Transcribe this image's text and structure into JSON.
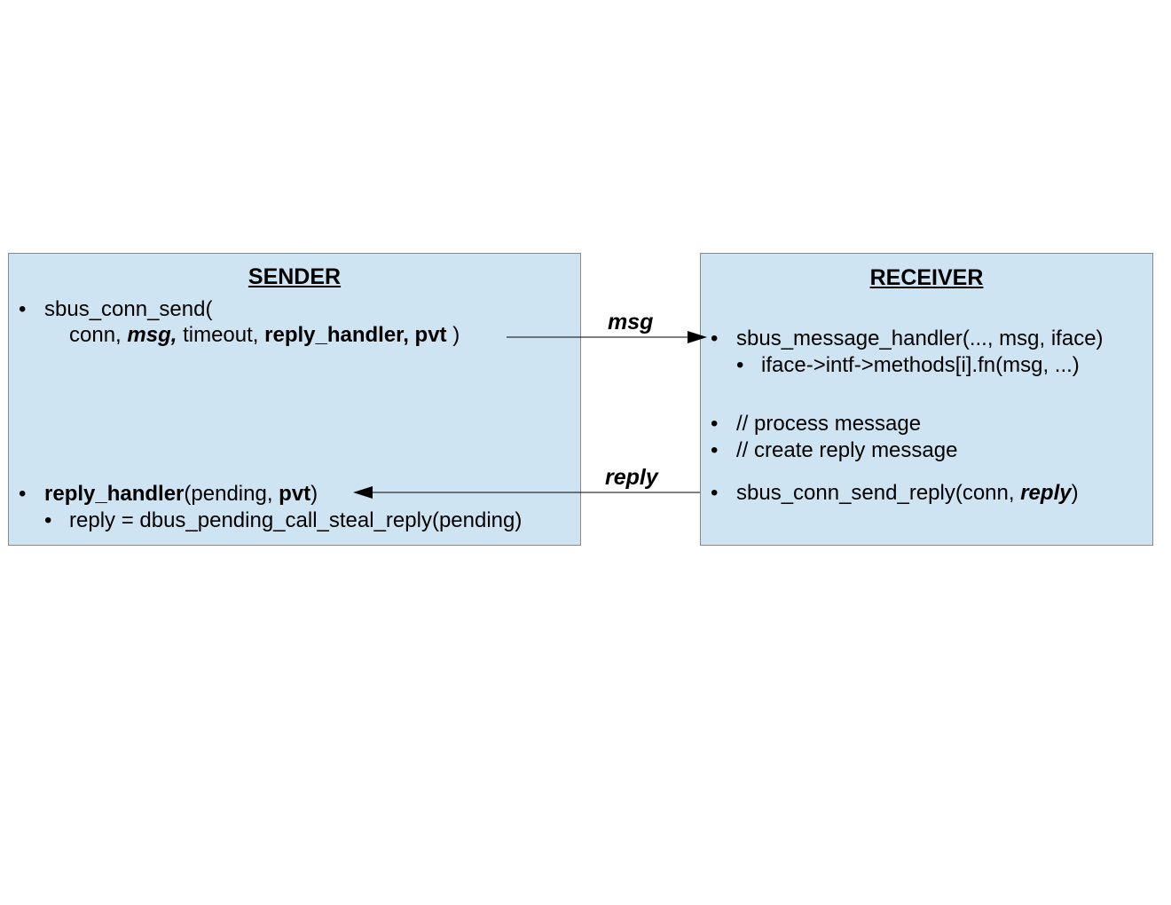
{
  "sender": {
    "title": "SENDER",
    "send_call_open": "sbus_conn_send(",
    "send_args": {
      "p1": "conn, ",
      "msg": "msg,",
      "p2": " timeout, ",
      "handler_pvt": "reply_handler, pvt",
      "close": " )"
    },
    "handler_line": {
      "name": "reply_handler",
      "p1": "(pending, ",
      "pvt": "pvt",
      "close": ")"
    },
    "steal_line": "reply = dbus_pending_call_steal_reply(pending)"
  },
  "receiver": {
    "title": "RECEIVER",
    "handler_line": "sbus_message_handler(..., msg, iface)",
    "method_line": "iface->intf->methods[i].fn(msg, ...)",
    "process_line": "// process message",
    "create_line": "// create reply message",
    "send_reply": {
      "prefix": "sbus_conn_send_reply(conn, ",
      "reply": "reply",
      "close": ")"
    }
  },
  "arrows": {
    "msg_label": "msg",
    "reply_label": "reply"
  },
  "bullet_char": "•",
  "colors": {
    "box_fill": "#cfe4f2",
    "box_border": "#8a8a8a"
  }
}
